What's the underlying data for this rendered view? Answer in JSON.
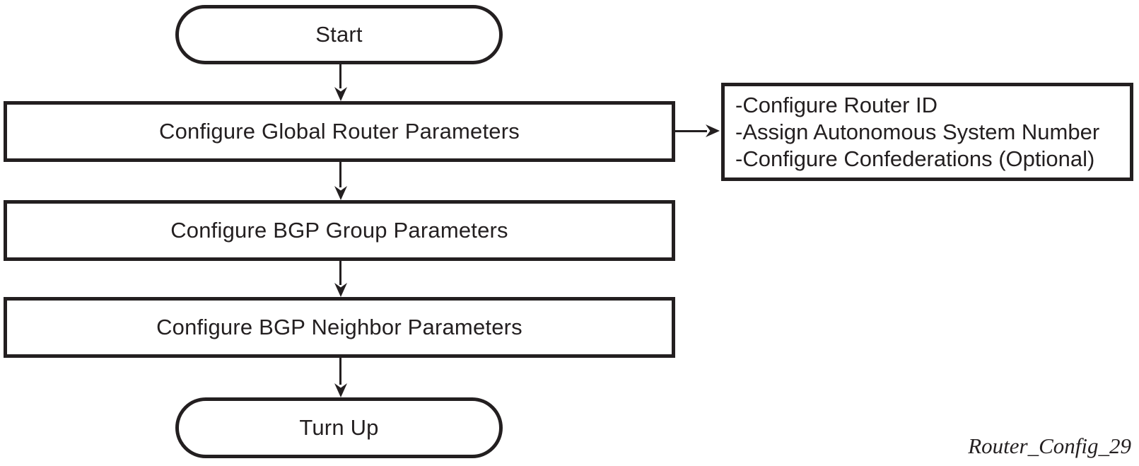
{
  "colors": {
    "ink": "#231f20",
    "background": "#ffffff"
  },
  "diagram": {
    "nodes": {
      "start": {
        "label": "Start"
      },
      "global": {
        "label": "Configure Global Router Parameters"
      },
      "group": {
        "label": "Configure BGP Group Parameters"
      },
      "neighbor": {
        "label": "Configure BGP Neighbor Parameters"
      },
      "turnup": {
        "label": "Turn Up"
      }
    },
    "annotation": {
      "lines": [
        "-Configure Router ID",
        "-Assign Autonomous System Number",
        "-Configure Confederations (Optional)"
      ]
    },
    "caption": "Router_Config_29"
  }
}
